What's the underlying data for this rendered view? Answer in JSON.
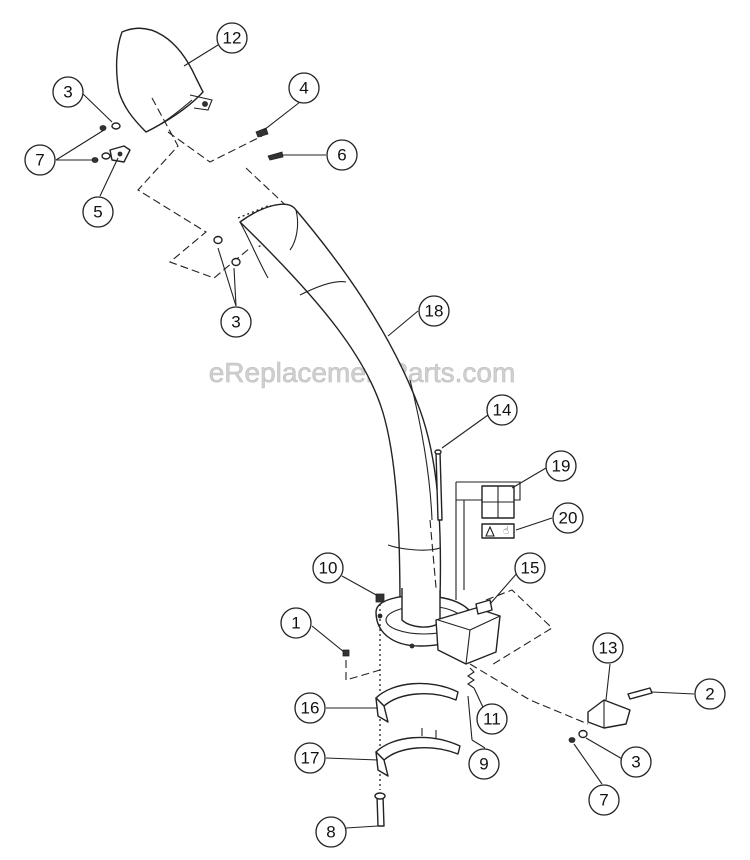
{
  "watermark": "eReplacementParts.com",
  "callouts": [
    {
      "id": "12",
      "label": "12"
    },
    {
      "id": "3a",
      "label": "3"
    },
    {
      "id": "7a",
      "label": "7"
    },
    {
      "id": "5",
      "label": "5"
    },
    {
      "id": "4",
      "label": "4"
    },
    {
      "id": "6",
      "label": "6"
    },
    {
      "id": "3b",
      "label": "3"
    },
    {
      "id": "18",
      "label": "18"
    },
    {
      "id": "14",
      "label": "14"
    },
    {
      "id": "19",
      "label": "19"
    },
    {
      "id": "20",
      "label": "20"
    },
    {
      "id": "10",
      "label": "10"
    },
    {
      "id": "15",
      "label": "15"
    },
    {
      "id": "1",
      "label": "1"
    },
    {
      "id": "13",
      "label": "13"
    },
    {
      "id": "2",
      "label": "2"
    },
    {
      "id": "16",
      "label": "16"
    },
    {
      "id": "11",
      "label": "11"
    },
    {
      "id": "3c",
      "label": "3"
    },
    {
      "id": "17",
      "label": "17"
    },
    {
      "id": "9",
      "label": "9"
    },
    {
      "id": "7b",
      "label": "7"
    },
    {
      "id": "8",
      "label": "8"
    }
  ],
  "icons": {
    "decal_warning": "warning-triangle-icon",
    "decal_hand": "hand-icon"
  }
}
